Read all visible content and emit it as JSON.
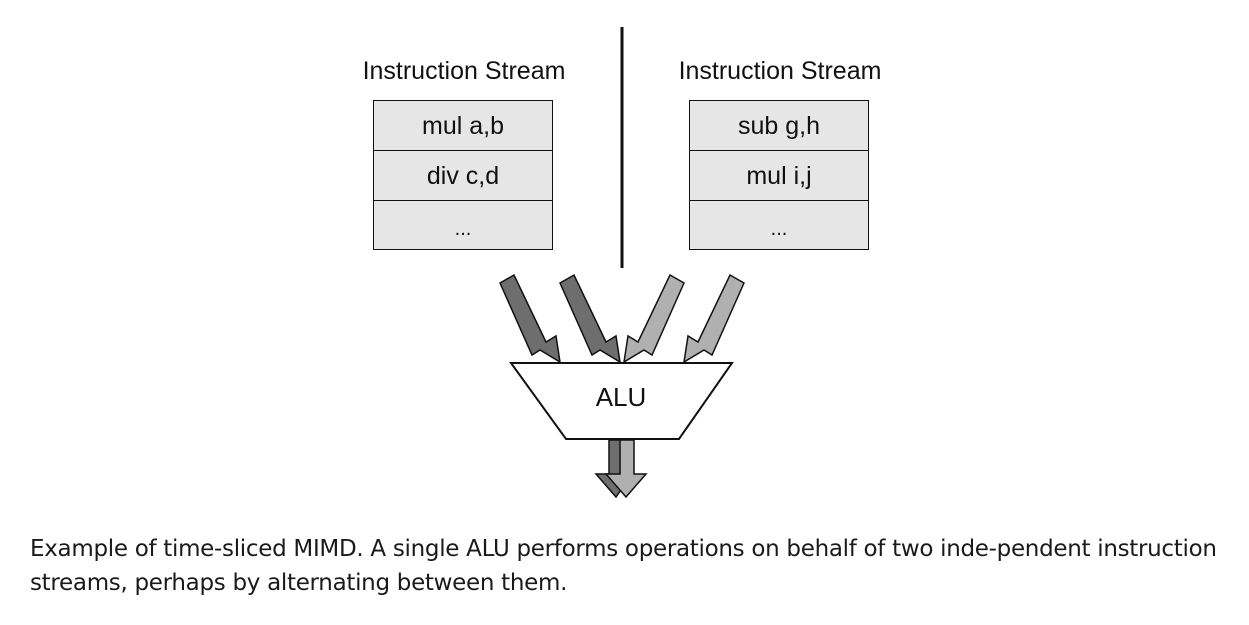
{
  "streams": [
    {
      "title": "Instruction Stream",
      "instructions": [
        "mul a,b",
        "div c,d",
        "..."
      ]
    },
    {
      "title": "Instruction Stream",
      "instructions": [
        "sub g,h",
        "mul i,j",
        "..."
      ]
    }
  ],
  "alu": {
    "label": "ALU"
  },
  "colors": {
    "stream_a_arrow": "#6e6e6e",
    "stream_b_arrow": "#b0b0b0",
    "box_fill": "#e6e6e6"
  },
  "caption": "Example of time-sliced MIMD. A single ALU performs operations on behalf of two inde-pendent instruction streams, perhaps by alternating between them."
}
